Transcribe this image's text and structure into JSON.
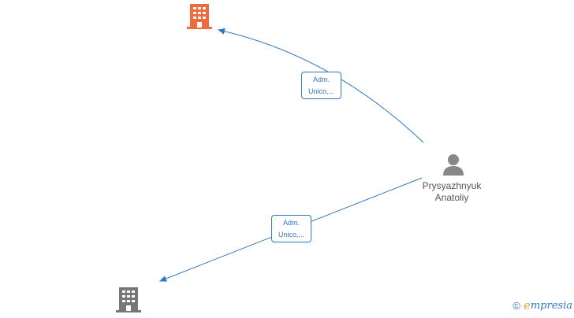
{
  "nodes": {
    "company_top": {
      "type": "company",
      "color": "#f26a3c"
    },
    "company_bottom": {
      "type": "company",
      "color": "#777777"
    },
    "person": {
      "type": "person",
      "color": "#888888",
      "name_line1": "Prysyazhnyuk",
      "name_line2": "Anatoliy"
    }
  },
  "edges": [
    {
      "label_line1": "Adm.",
      "label_line2": "Unico,...",
      "color": "#2f78c4"
    },
    {
      "label_line1": "Adm.",
      "label_line2": "Unico,...",
      "color": "#2f78c4"
    }
  ],
  "watermark": {
    "copyright": "©",
    "brand_initial": "e",
    "brand_rest": "mpresia"
  }
}
